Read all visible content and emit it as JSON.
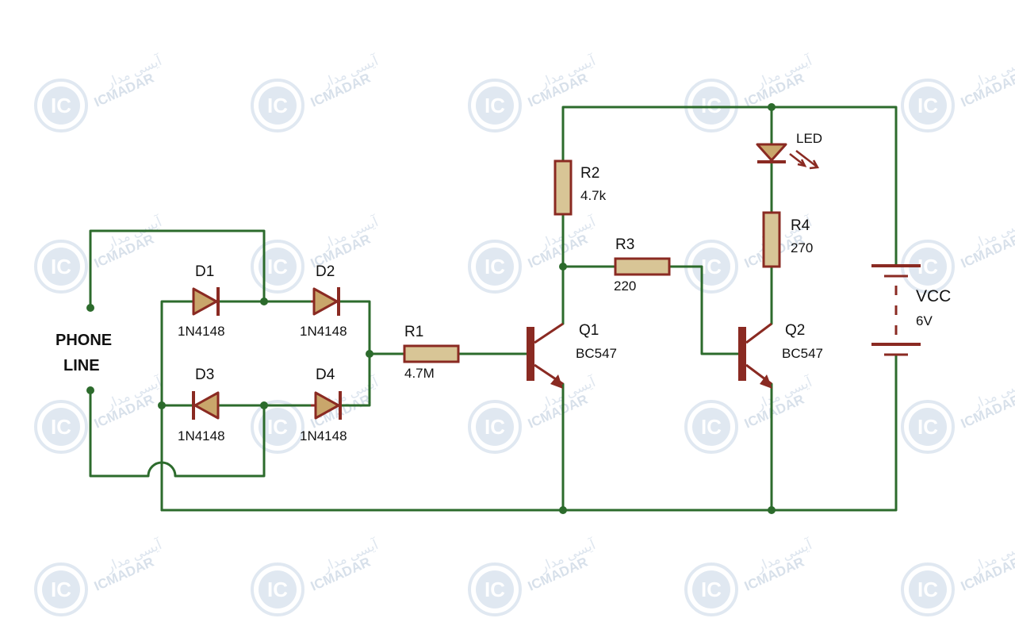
{
  "colors": {
    "wire": "#2c6b2c",
    "component": "#8a2a22",
    "resistor_fill": "#d8c596",
    "diode_fill": "#c9a66b",
    "text": "#111111",
    "watermark": "#b8c8da"
  },
  "phone_line": {
    "line1": "PHONE",
    "line2": "LINE"
  },
  "diodes": [
    {
      "ref": "D1",
      "part": "1N4148"
    },
    {
      "ref": "D2",
      "part": "1N4148"
    },
    {
      "ref": "D3",
      "part": "1N4148"
    },
    {
      "ref": "D4",
      "part": "1N4148"
    }
  ],
  "resistors": [
    {
      "ref": "R1",
      "value": "4.7M"
    },
    {
      "ref": "R2",
      "value": "4.7k"
    },
    {
      "ref": "R3",
      "value": "220"
    },
    {
      "ref": "R4",
      "value": "270"
    }
  ],
  "transistors": [
    {
      "ref": "Q1",
      "part": "BC547"
    },
    {
      "ref": "Q2",
      "part": "BC547"
    }
  ],
  "led": {
    "label": "LED"
  },
  "battery": {
    "label": "VCC",
    "value": "6V"
  },
  "watermark": {
    "text": "ICMADAR",
    "text_fa": "آیسی مدار",
    "logo": "IC"
  }
}
